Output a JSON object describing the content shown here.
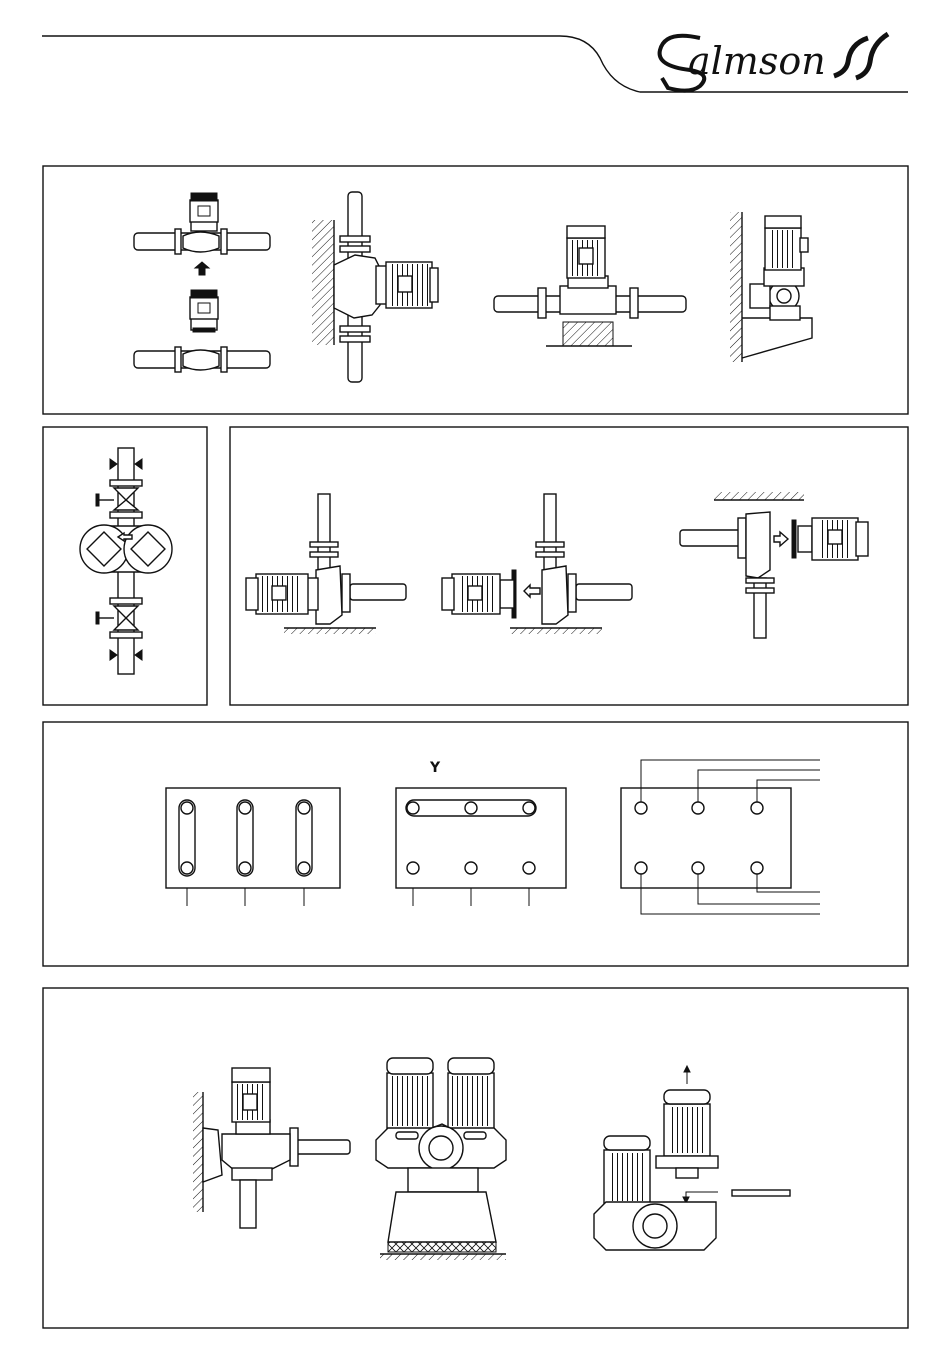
{
  "header": {
    "brand": "almson",
    "brand_initial": "S"
  },
  "sections": {
    "installation_positions": {
      "panel": "panel-1"
    },
    "valves": {
      "panel": "panel-2"
    },
    "motor_orientation": {
      "panel": "panel-3"
    },
    "terminal_wiring": {
      "panel": "panel-4",
      "star_symbol": "Y"
    },
    "double_pump": {
      "panel": "panel-5"
    }
  },
  "icons": [
    "salmson-logo-icon",
    "arrow-up-icon",
    "arrow-left-icon",
    "arrow-right-icon",
    "valve-icon",
    "motor-icon",
    "terminal-icon"
  ]
}
